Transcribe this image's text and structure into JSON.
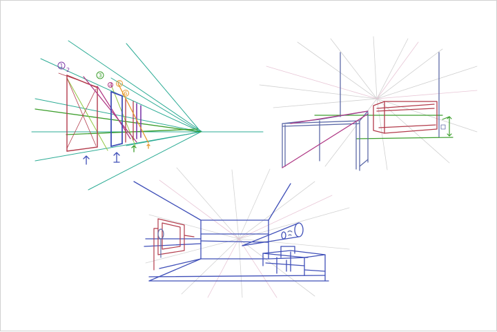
{
  "colors": {
    "background": "#ffffff",
    "frame": "#d0d0d0",
    "teal": "#2bab94",
    "green": "#3c9e2c",
    "lime": "#8fc63f",
    "blue": "#3f4fb8",
    "slate": "#5d6aa8",
    "red": "#b23a4a",
    "magenta": "#b03a86",
    "purple": "#7d3aa8",
    "orange": "#e59a2f",
    "gray": "#c8c8c8",
    "pink": "#e8c6d6"
  },
  "sketches": [
    {
      "name": "one-point-perspective-pillars",
      "labels": [
        "1",
        "2",
        "3",
        "4",
        "5",
        "6"
      ]
    },
    {
      "name": "table-and-box-perspective"
    },
    {
      "name": "room-interior-perspective"
    }
  ]
}
